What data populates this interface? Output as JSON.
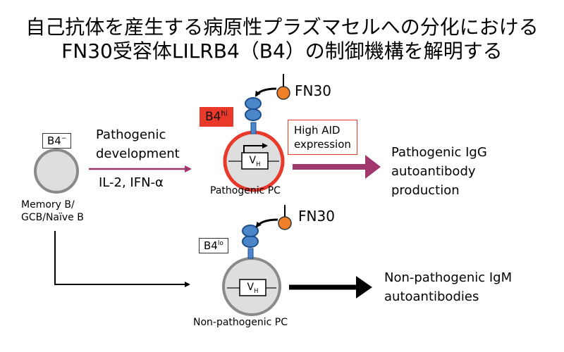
{
  "title": {
    "line1": "自己抗体を産生する病原性プラズマセルへの分化における",
    "line2": "FN30受容体LILRB4（B4）の制御機構を解明する"
  },
  "nodes": {
    "b4neg_label": "B4",
    "b4neg_sup": "−",
    "memory_b_line1": "Memory B/",
    "memory_b_line2": "GCB/Naïve B",
    "pathogenic_dev_line1": "Pathogenic",
    "pathogenic_dev_line2": "development",
    "cytokines": "IL-2, IFN-α",
    "fn30_top": "FN30",
    "b4hi_label": "B4",
    "b4hi_sup": "hi",
    "vh_top": "V",
    "vh_top_sub": "H",
    "pathogenic_pc": "Pathogenic PC",
    "aid_line1": "High AID",
    "aid_line2": "expression",
    "igg_line1": "Pathogenic IgG",
    "igg_line2": "autoantibody",
    "igg_line3": "production",
    "fn30_bottom": "FN30",
    "b4lo_label": "B4",
    "b4lo_sup": "lo",
    "vh_bottom": "V",
    "vh_bottom_sub": "H",
    "nonpath_pc": "Non-pathogenic PC",
    "igm_line1": "Non-pathogenic IgM",
    "igm_line2": "autoantibodies"
  },
  "colors": {
    "red": "#e8392a",
    "magenta": "#a0386e",
    "orange": "#f07f2a",
    "blue": "#4b86c8",
    "cell_fill": "#dedede",
    "cell_stroke": "#8a8a8a"
  }
}
